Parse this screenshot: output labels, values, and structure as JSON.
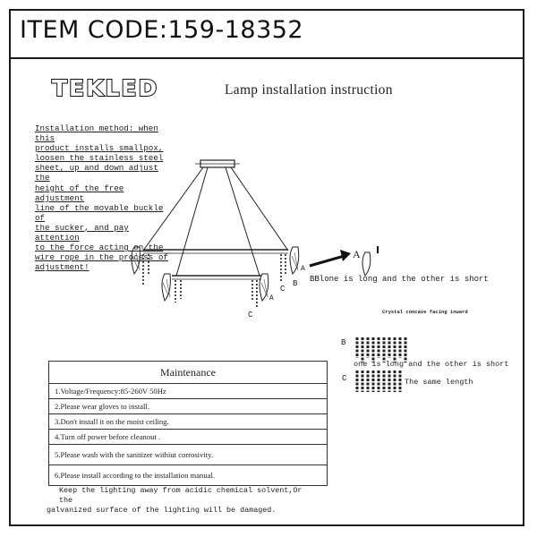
{
  "header": {
    "item_code": "ITEM CODE:159-18352"
  },
  "brand": {
    "logo_text": "TEKLED"
  },
  "document": {
    "title": "Lamp installation instruction"
  },
  "installation_method": {
    "lines": [
      "Installation method: when this",
      "product installs smallpox,",
      "loosen the stainless steel",
      "sheet, up and down adjust the",
      "height of the free adjustment",
      "line of the movable buckle of",
      "the sucker, and pay attention",
      "to the force acting on the",
      "wire rope in the process of",
      "adjustment!"
    ]
  },
  "diagram_labels": {
    "a_big": "A",
    "a_outer": "A",
    "a_inner": "A",
    "b": "B",
    "c_outer": "C",
    "c_inner": "C",
    "b_note": "Blone is long and the other is short",
    "crystal_note": "Crystal concave facing inward",
    "b_legend": "B",
    "b_legend_note": "one is long and the other is short",
    "c_legend": "C",
    "c_legend_note": "The same length"
  },
  "maintenance": {
    "title": "Maintenance",
    "items": [
      "1.Voltage/Frequency:85-260V 50Hz",
      "2.Please wear gloves to install.",
      "3.Don't install it on the moist ceiling.",
      "4.Turn off power before cleanout .",
      "5.Please wash with the sanitizer withiut corrosivity.",
      "6.Please install according to the installation manual."
    ]
  },
  "note": {
    "line1": "Keep the lighting away from acidic chemical solvent,Or the",
    "line2": "galvanized surface of the lighting will be damaged."
  }
}
